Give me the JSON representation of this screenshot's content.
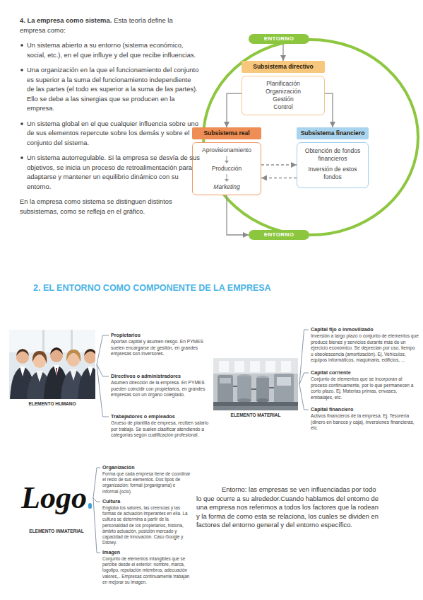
{
  "diagram": {
    "title": "2. EL ENTORNO COMO COMPONENTE DE LA EMPRESA",
    "nodes": [
      {
        "text": [
          "ENTORNO"
        ]
      },
      {
        "text": [
          "Subsistema directivo",
          "Planificación",
          "Organización",
          "Gestión",
          "Control"
        ]
      },
      {
        "text": [
          "Subsistema real",
          "Aprovisionamiento",
          "Producción",
          "Marketing"
        ]
      },
      {
        "text": [
          "Subsistema financiero",
          "Obtención de fondos financieros",
          "Inversión de estos fondos"
        ]
      },
      {
        "text": [
          "ENTORNO"
        ]
      },
      {
        "text": [
          "ELEMENTO HUMANO"
        ]
      },
      {
        "text": [
          "Propietarios",
          "Aportan capital y asumen riesgo. En PYMES suelen encargarse de gestión, en grandes empresas son inversores."
        ]
      },
      {
        "text": [
          "Directivos o administradores",
          "Asumen dirección de la empresa. En PYMES pueden coincidir con propietarios, en grandes empresas son un órgano colegiado."
        ]
      },
      {
        "text": [
          "Trabajadores o empleados",
          "Grueso de plantilla de empresa, reciben salario por trabajo. Se suelen clasificar atendiendo a categorías según cualificación profesional."
        ]
      },
      {
        "text": [
          "ELEMENTO MATERIAL"
        ]
      },
      {
        "text": [
          "Capital fijo o inmovilizado",
          "Inversión a largo plazo o conjunto de elementos que produce bienes y servicios durante más de un ejercicio económico. Se deprecian por uso, tiempo u obsolescencia (amortización). Ej. Vehículos, equipos informáticos, maquinaria, edificios, ..."
        ]
      },
      {
        "text": [
          "Capital corriente",
          "Conjunto de elementos que se incorporan al proceso continuamente, por lo que permanecen a corto plazo. Ej. Materias primas, envases, embalajes, etc."
        ]
      },
      {
        "text": [
          "Capital financiero",
          "Activos financieros de la empresa. Ej. Tesorería (dinero en bancos y caja), inversiones financieras, etc."
        ]
      },
      {
        "text": [
          "Logo",
          "ELEMENTO INMATERIAL"
        ]
      },
      {
        "text": [
          "Organización",
          "Forma que cada empresa tiene de coordinar el resto de sus elementos. Dos tipos de organización: formal (organigrama) e informal (ocio)."
        ]
      },
      {
        "text": [
          "Cultura",
          "Engloba los valores, las creencias y las formas de actuación imperantes en ella. La cultura se determina a partir de la personalidad de los propietarios, historia, ámbito actuación, posición mercado y capacidad de innovación. Caso Google y Disney."
        ]
      },
      {
        "text": [
          "Imagen",
          "Conjunto de elementos intangibles que se percibe desde el exterior: nombre, marca, logotipo, reputación miembros, adecuación valores,.. Empresas continuamente trabajan en mejorar su imagen."
        ]
      }
    ],
    "edges": [
      {
        "from": 0,
        "to": 1,
        "arrow": "to"
      },
      {
        "from": 1,
        "to": 2,
        "arrow": "to"
      },
      {
        "from": 1,
        "to": 3,
        "arrow": "to"
      },
      {
        "from": 2,
        "to": 3,
        "arrow": "to"
      },
      {
        "from": 3,
        "to": 2,
        "arrow": "to"
      },
      {
        "from": 2,
        "to": 4,
        "arrow": "to"
      },
      {
        "from": 5,
        "to": 6,
        "arrow": "none"
      },
      {
        "from": 5,
        "to": 7,
        "arrow": "none"
      },
      {
        "from": 5,
        "to": 8,
        "arrow": "none"
      },
      {
        "from": 9,
        "to": 10,
        "arrow": "none"
      },
      {
        "from": 9,
        "to": 11,
        "arrow": "none"
      },
      {
        "from": 9,
        "to": 12,
        "arrow": "none"
      },
      {
        "from": 13,
        "to": 14,
        "arrow": "none"
      },
      {
        "from": 13,
        "to": 15,
        "arrow": "none"
      },
      {
        "from": 13,
        "to": 16,
        "arrow": "none"
      }
    ],
    "labels": [
      "4. La empresa como sistema.",
      "Esta teoría define la empresa como:",
      "Un sistema abierto a su entorno (sistema económico, social, etc.), en el que influye y del que recibe influencias.",
      "Una organización en la que el funcionamiento del conjunto es superior a la suma del funcionamiento independiente de las partes (el todo es superior a la suma de las partes). Ello se debe a las sinergias que se producen en la empresa.",
      "Un sistema global en el que cualquier influencia sobre uno de sus elementos repercute sobre los demás y sobre el conjunto del sistema.",
      "Un sistema autorregulable. Si la empresa se desvía de sus objetivos, se inicia un proceso de retroalimentación para adaptarse y mantener un equilibrio dinámico con su entorno.",
      "En la empresa como sistema se distinguen distintos subsistemas, como se refleja en el gráfico.",
      "Entorno: las empresas se ven influenciadas por todo lo que ocurre a su alrededor.Cuando hablamos del entorno de una empresa nos referimos a todos los factores que la rodean y la forma de como esta se relaciona, los cuales se dividen en factores del entorno general y del entorno específico."
    ]
  }
}
